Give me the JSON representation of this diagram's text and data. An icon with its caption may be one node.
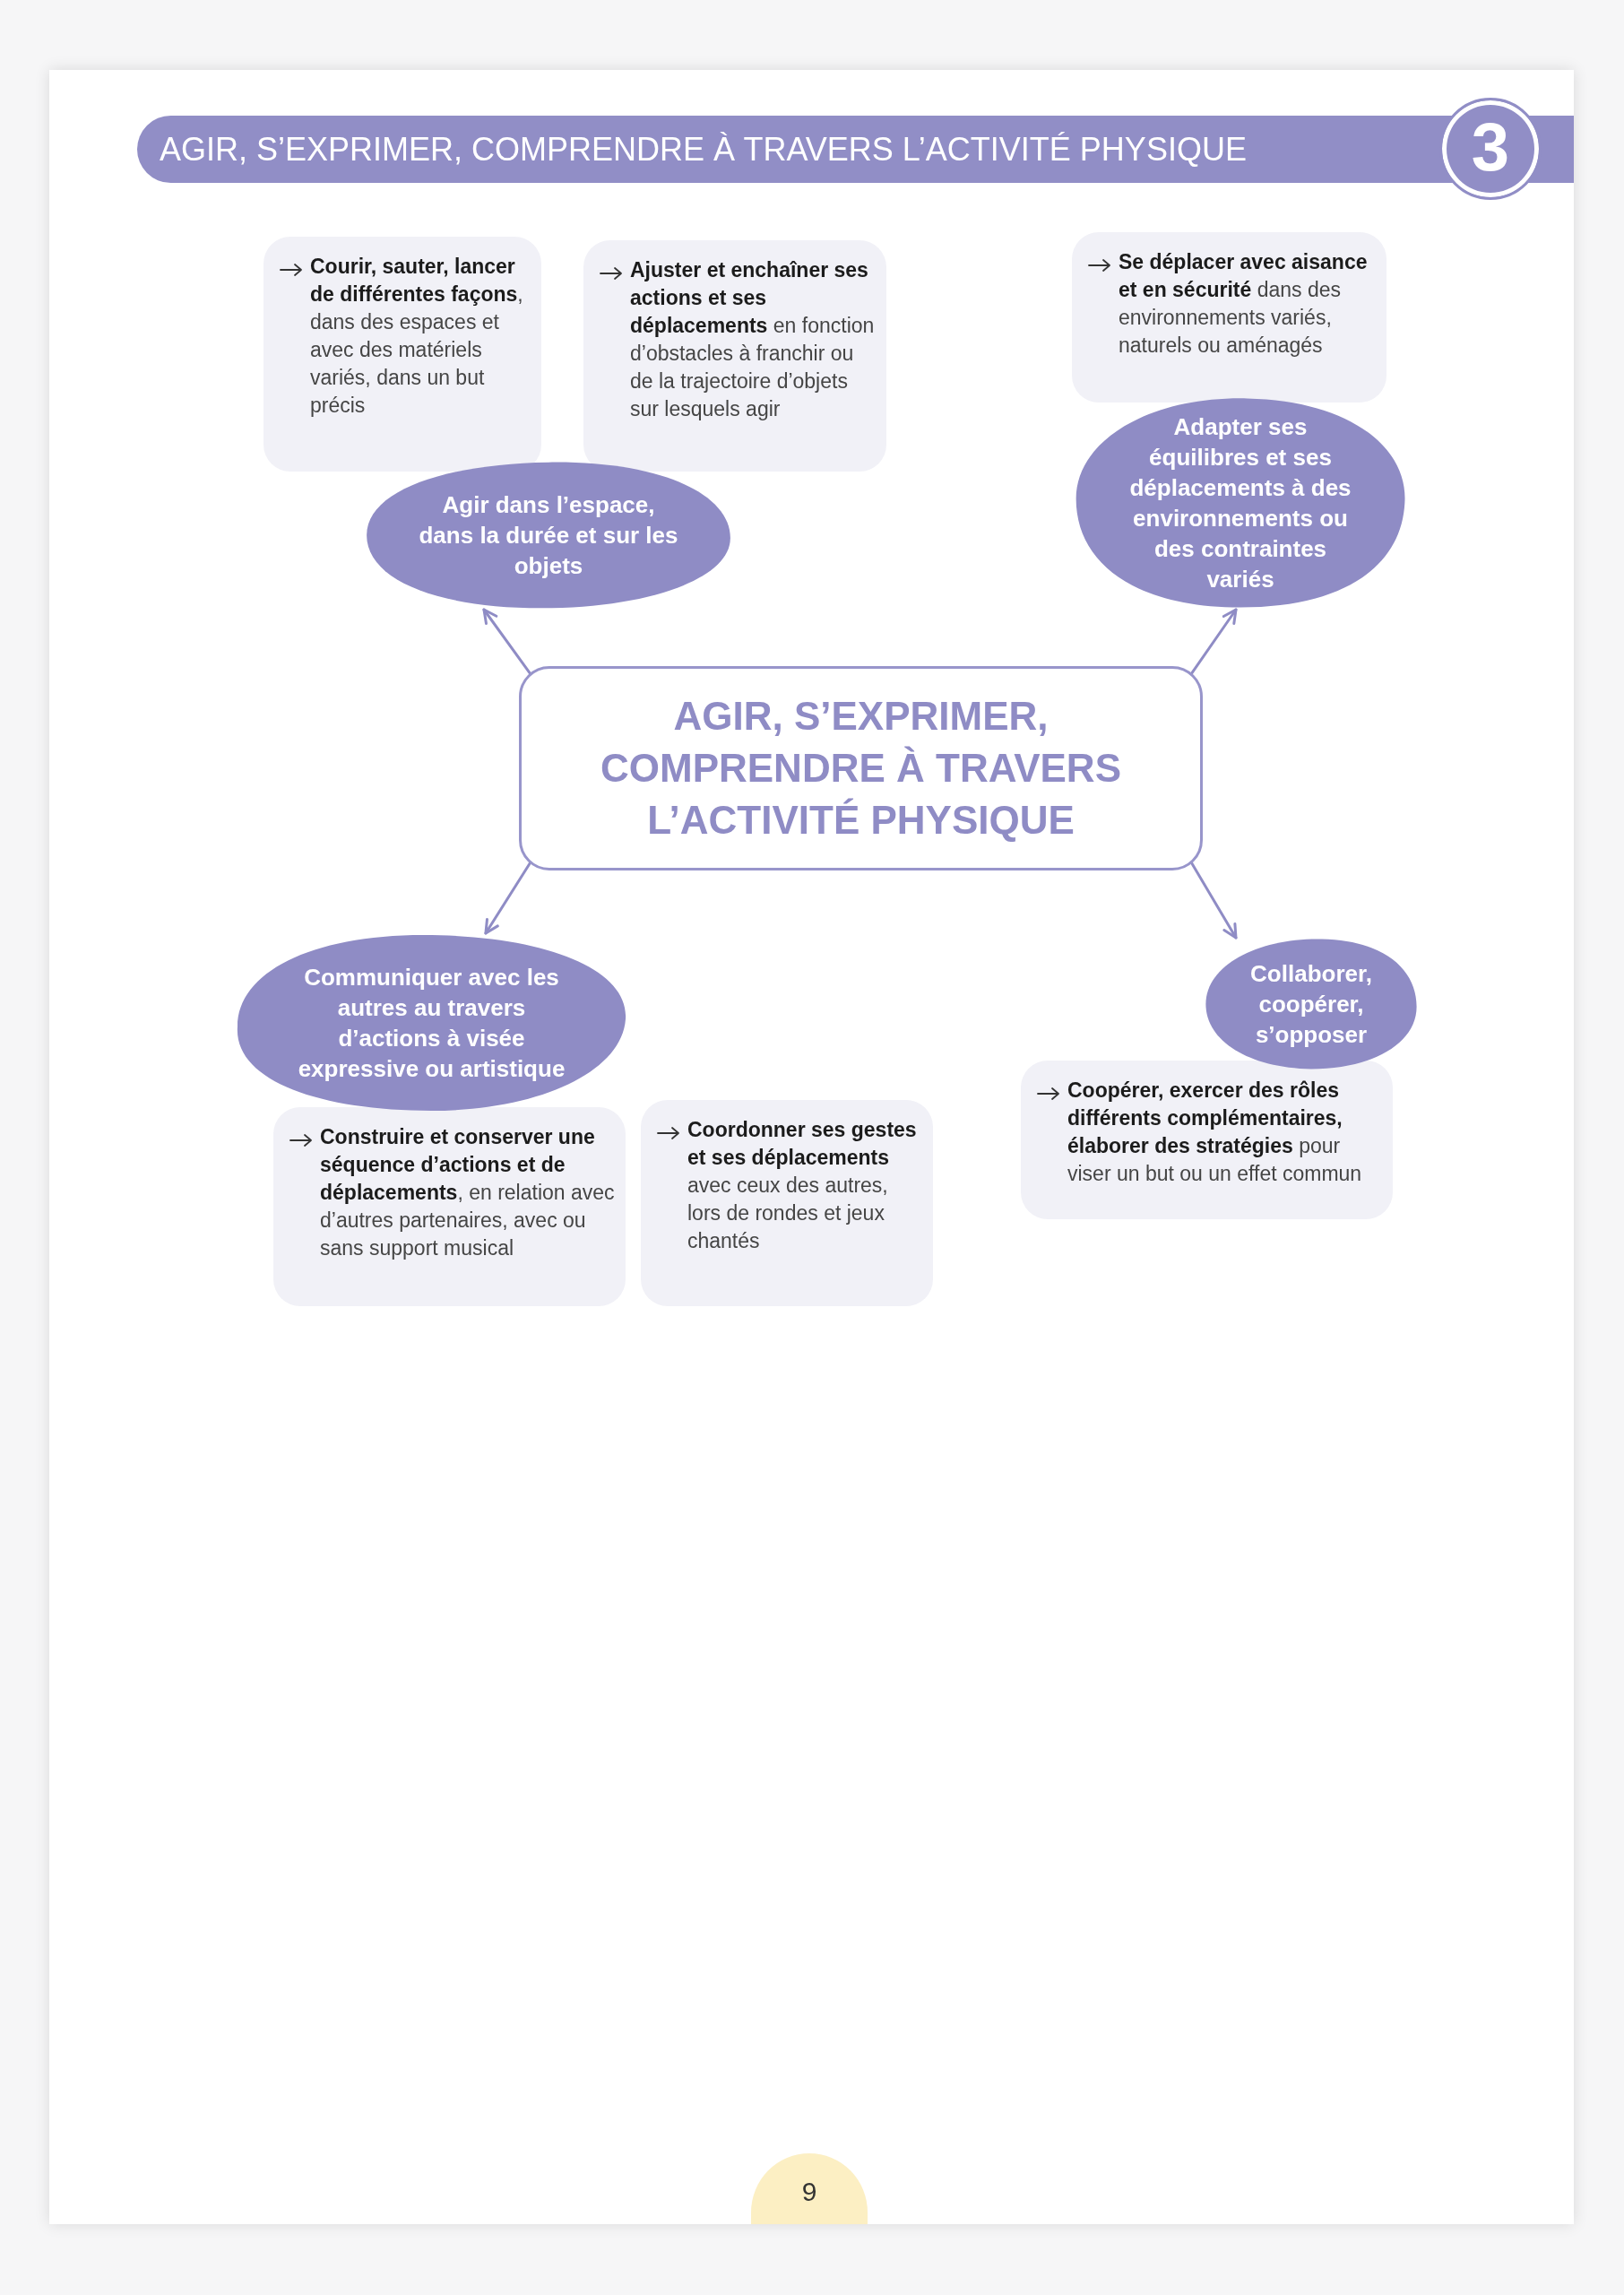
{
  "diagram": {
    "title": "AGIR, S’EXPRIMER, COMPRENDRE À TRAVERS L’ACTIVITÉ PHYSIQUE",
    "nodes": [
      {
        "text": [
          "**Courir, sauter, lancer de différentes façons**, dans des espaces et avec des matériels variés, dans un but précis"
        ]
      },
      {
        "text": [
          "**Ajuster et enchaîner ses actions et ses déplacements** en fonction d’obstacles à franchir ou de la trajectoire d’objets sur lesquels agir"
        ]
      },
      {
        "text": [
          "**Se déplacer avec aisance et en sécurité** dans des environnements variés, naturels ou aménagés"
        ]
      },
      {
        "text": [
          "Agir dans l’espace, dans la durée et sur les objets"
        ]
      },
      {
        "text": [
          "Adapter ses équilibres et ses déplacements à des environnements ou des contraintes variés"
        ]
      },
      {
        "text": [
          "AGIR, S’EXPRIMER, COMPRENDRE À TRAVERS L’ACTIVITÉ PHYSIQUE"
        ]
      },
      {
        "text": [
          "Communiquer avec les autres au travers d’actions à visée expressive ou artistique"
        ]
      },
      {
        "text": [
          "Collaborer, coopérer, s’opposer"
        ]
      },
      {
        "text": [
          "**Coopérer, exercer des rôles différents complémentaires, élaborer des stratégies** pour viser un but ou un effet commun"
        ]
      },
      {
        "text": [
          "**Construire et conserver une séquence d’actions et de déplacements**, en relation avec d’autres partenaires, avec ou sans support musical"
        ]
      },
      {
        "text": [
          "**Coordonner ses gestes et ses déplacements** avec ceux des autres, lors de rondes et jeux chantés"
        ]
      }
    ],
    "edges": [
      {
        "from": 5,
        "to": 3,
        "arrow": "to"
      },
      {
        "from": 5,
        "to": 4,
        "arrow": "to"
      },
      {
        "from": 5,
        "to": 6,
        "arrow": "to"
      },
      {
        "from": 5,
        "to": 7,
        "arrow": "to"
      }
    ],
    "labels": [
      "3",
      "9"
    ]
  }
}
